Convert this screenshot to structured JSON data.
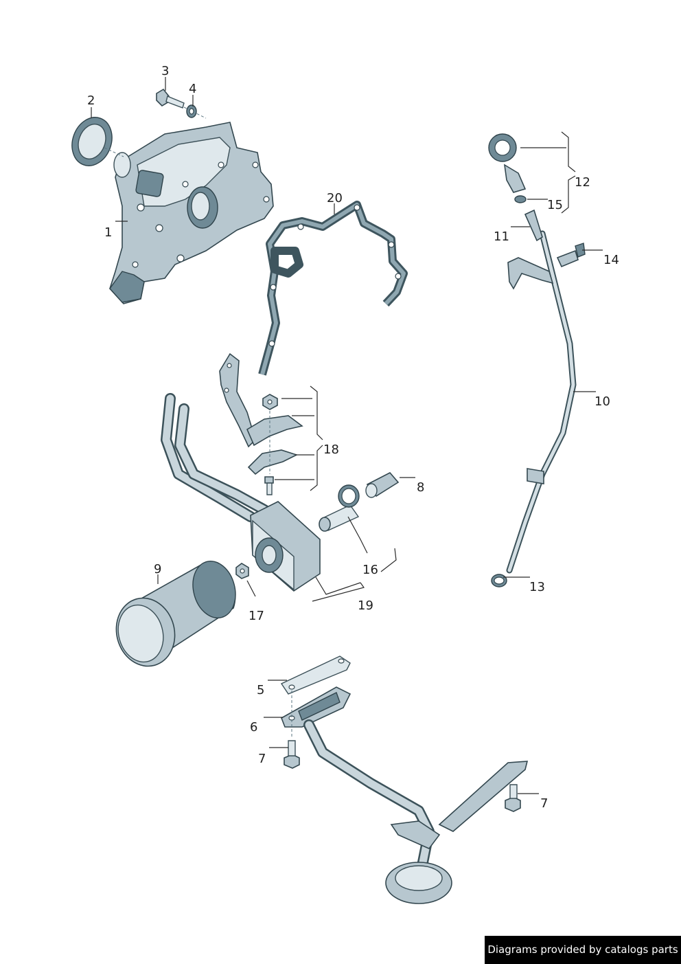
{
  "callouts": [
    {
      "id": "1",
      "label": "1"
    },
    {
      "id": "2",
      "label": "2"
    },
    {
      "id": "3",
      "label": "3"
    },
    {
      "id": "4",
      "label": "4"
    },
    {
      "id": "5",
      "label": "5"
    },
    {
      "id": "6",
      "label": "6"
    },
    {
      "id": "7a",
      "label": "7"
    },
    {
      "id": "7b",
      "label": "7"
    },
    {
      "id": "8",
      "label": "8"
    },
    {
      "id": "9",
      "label": "9"
    },
    {
      "id": "10",
      "label": "10"
    },
    {
      "id": "11",
      "label": "11"
    },
    {
      "id": "12",
      "label": "12"
    },
    {
      "id": "13",
      "label": "13"
    },
    {
      "id": "14",
      "label": "14"
    },
    {
      "id": "15",
      "label": "15"
    },
    {
      "id": "16",
      "label": "16"
    },
    {
      "id": "17",
      "label": "17"
    },
    {
      "id": "18",
      "label": "18"
    },
    {
      "id": "19",
      "label": "19"
    },
    {
      "id": "20",
      "label": "20"
    }
  ],
  "watermark": {
    "text": "Diagrams provided by catalogs parts"
  },
  "colors": {
    "part": "#b7c7cf",
    "part_outline": "#33474f",
    "background": "#ffffff"
  }
}
